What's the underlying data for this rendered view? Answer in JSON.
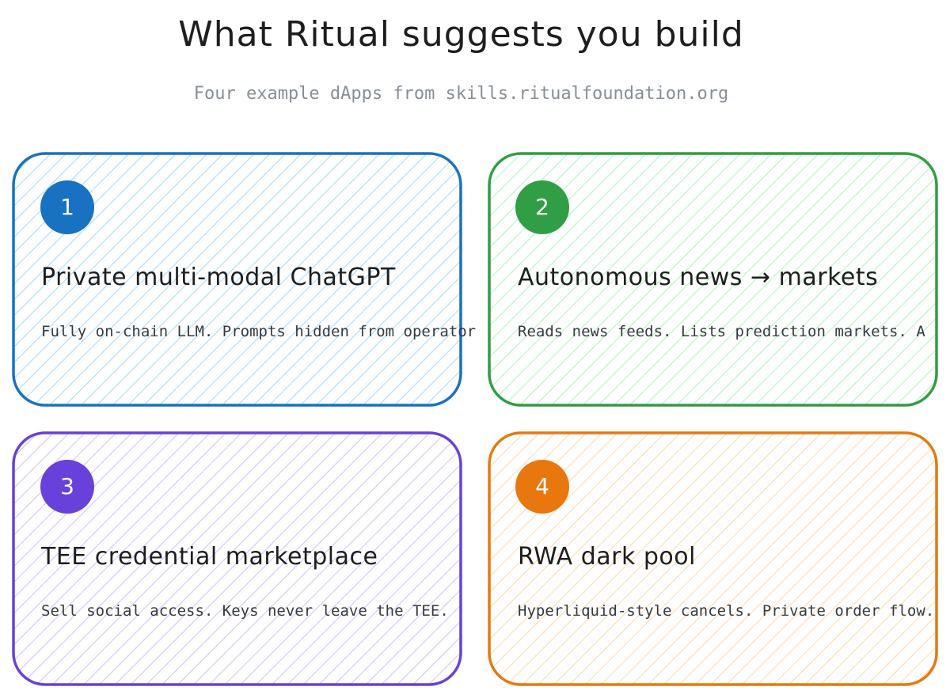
{
  "header": {
    "title": "What Ritual suggests you build",
    "subtitle": "Four example dApps from skills.ritualfoundation.org"
  },
  "cards": [
    {
      "number": "1",
      "title": "Private multi-modal ChatGPT",
      "description": "Fully on-chain LLM. Prompts hidden from operator",
      "stroke_color": "#1971c2",
      "fill_color": "#a5d8ff",
      "badge_color": "#1971c2"
    },
    {
      "number": "2",
      "title": "Autonomous news → markets",
      "description": "Reads news feeds. Lists prediction markets. A",
      "stroke_color": "#2f9e44",
      "fill_color": "#b2f2bb",
      "badge_color": "#2f9e44"
    },
    {
      "number": "3",
      "title": "TEE credential marketplace",
      "description": "Sell social access. Keys never leave the TEE.",
      "stroke_color": "#6741d9",
      "fill_color": "#d0bfff",
      "badge_color": "#6741d9"
    },
    {
      "number": "4",
      "title": "RWA dark pool",
      "description": "Hyperliquid-style cancels. Private order flow.",
      "stroke_color": "#e8770e",
      "fill_color": "#ffd8a8",
      "badge_color": "#e8770e"
    }
  ]
}
